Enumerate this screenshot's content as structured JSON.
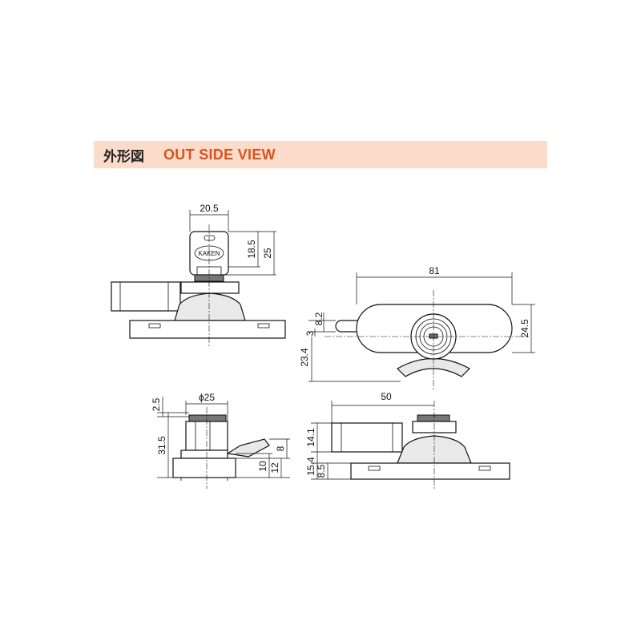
{
  "header": {
    "title_jp": "外形図",
    "title_en": "OUT SIDE VIEW"
  },
  "key": {
    "brand": "KAKEN"
  },
  "dimensions": {
    "top_width": "20.5",
    "key_h1": "18.5",
    "key_h2": "25",
    "handle_length": "81",
    "handle_height": "24.5",
    "pin_8_2": "8.2",
    "pin_3": "3",
    "depth_23_4": "23.4",
    "side_diameter": "ϕ25",
    "side_2_5": "2.5",
    "side_31_5": "31.5",
    "side_8": "8",
    "side_10": "10",
    "side_12": "12",
    "front_50": "50",
    "front_14_1": "14.1",
    "front_15_4": "15.4",
    "front_8_5": "8.5"
  }
}
